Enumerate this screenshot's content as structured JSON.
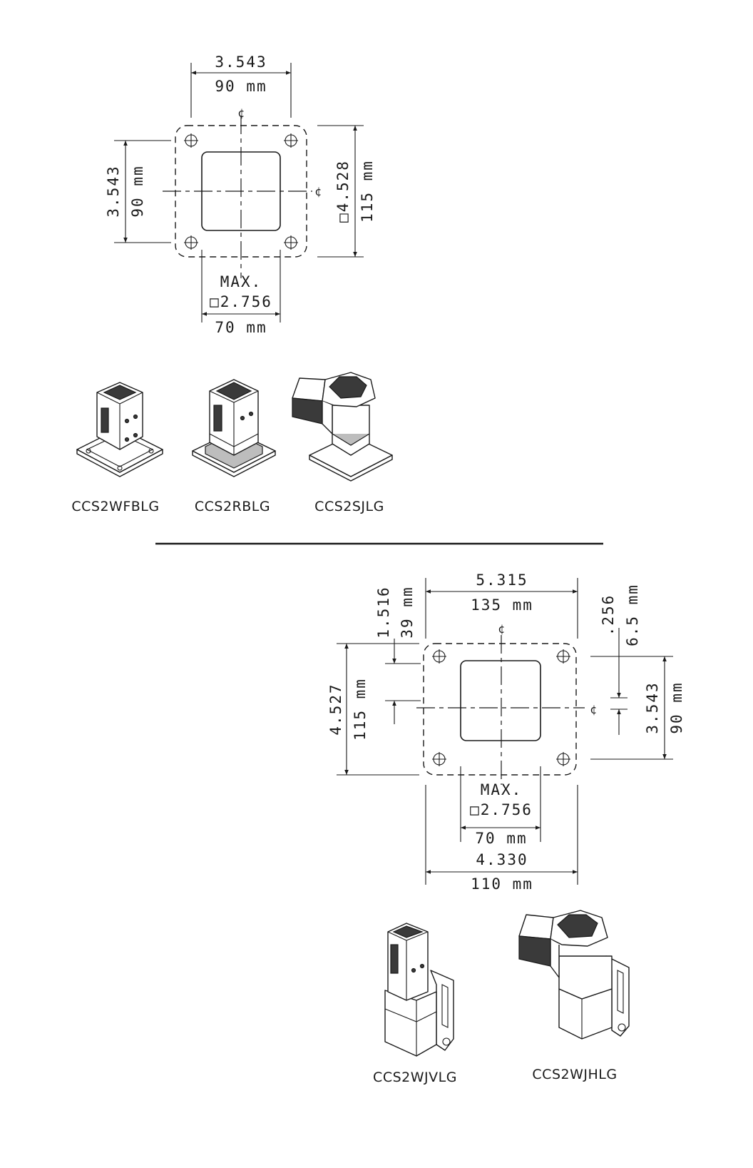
{
  "top_drawing": {
    "width_in": "3.543",
    "width_mm": "90 mm",
    "height_in": "3.543",
    "height_mm": "90 mm",
    "flange_in": "□4.528",
    "flange_mm": "115 mm",
    "max_label": "MAX.",
    "cutout_in": "□2.756",
    "cutout_mm": "70 mm",
    "centerline": "¢"
  },
  "top_models": [
    {
      "label": "CCS2WFBLG",
      "icon": "straight-flange-inlet-icon"
    },
    {
      "label": "CCS2RBLG",
      "icon": "rear-mount-inlet-icon"
    },
    {
      "label": "CCS2SJLG",
      "icon": "angled-inlet-icon"
    }
  ],
  "bottom_drawing": {
    "width_in": "5.315",
    "width_mm": "135 mm",
    "offset_top_in": "1.516",
    "offset_top_mm": "39 mm",
    "offset_right_in": ".256",
    "offset_right_mm": "6.5 mm",
    "height_in": "4.527",
    "height_mm": "115 mm",
    "hole_spacing_in": "3.543",
    "hole_spacing_mm": "90 mm",
    "max_label": "MAX.",
    "cutout_in": "□2.756",
    "cutout_mm": "70 mm",
    "bottom_in": "4.330",
    "bottom_mm": "110 mm",
    "centerline": "¢"
  },
  "bottom_models": [
    {
      "label": "CCS2WJVLG",
      "icon": "vertical-bracket-inlet-icon"
    },
    {
      "label": "CCS2WJHLG",
      "icon": "horizontal-bracket-inlet-icon"
    }
  ]
}
